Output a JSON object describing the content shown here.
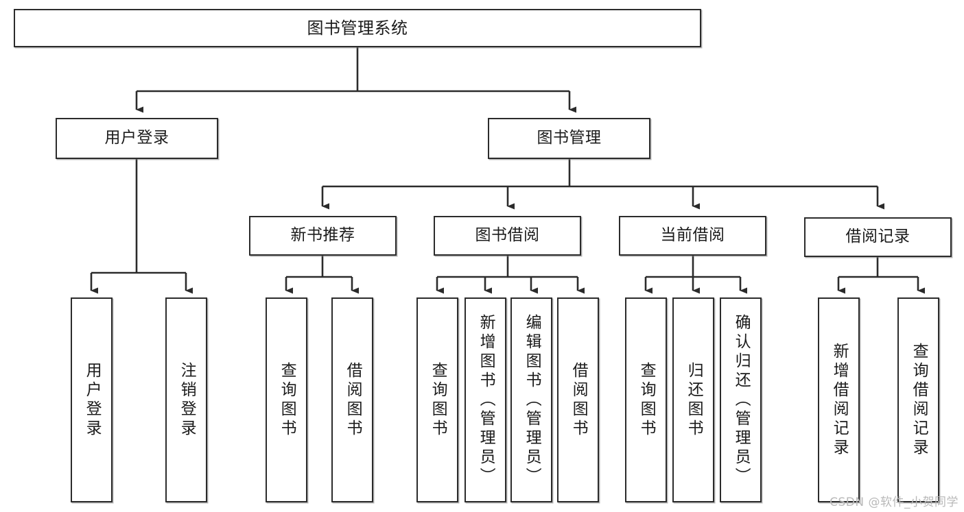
{
  "diagram": {
    "title": "图书管理系统",
    "type": "tree",
    "watermark": "CSDN @软件_小贺同学",
    "colors": {
      "node_border": "#2b2b2b",
      "node_fill": "#ffffff",
      "edge": "#2b2b2b",
      "watermark": "#b9b9b9",
      "background": "#ffffff"
    },
    "nodes": {
      "root": {
        "label": "图书管理系统",
        "orientation": "horizontal",
        "level": 1
      },
      "user_login": {
        "label": "用户登录",
        "orientation": "horizontal",
        "level": 2
      },
      "book_manage": {
        "label": "图书管理",
        "orientation": "horizontal",
        "level": 2
      },
      "new_book_rec": {
        "label": "新书推荐",
        "orientation": "horizontal",
        "level": 3
      },
      "book_borrow": {
        "label": "图书借阅",
        "orientation": "horizontal",
        "level": 3
      },
      "current_borrow": {
        "label": "当前借阅",
        "orientation": "horizontal",
        "level": 3
      },
      "borrow_record": {
        "label": "借阅记录",
        "orientation": "horizontal",
        "level": 3
      },
      "leaf_user_login": {
        "label": "用户登录",
        "orientation": "vertical",
        "level": 3
      },
      "leaf_logout": {
        "label": "注销登录",
        "orientation": "vertical",
        "level": 3
      },
      "leaf_query_book_1": {
        "label": "查询图书",
        "orientation": "vertical",
        "level": 4
      },
      "leaf_borrow_book_1": {
        "label": "借阅图书",
        "orientation": "vertical",
        "level": 4
      },
      "leaf_query_book_2": {
        "label": "查询图书",
        "orientation": "vertical",
        "level": 4
      },
      "leaf_add_book": {
        "label": "新增图书（管理员）",
        "orientation": "vertical",
        "level": 4
      },
      "leaf_edit_book": {
        "label": "编辑图书（管理员）",
        "orientation": "vertical",
        "level": 4
      },
      "leaf_borrow_book_2": {
        "label": "借阅图书",
        "orientation": "vertical",
        "level": 4
      },
      "leaf_query_book_3": {
        "label": "查询图书",
        "orientation": "vertical",
        "level": 4
      },
      "leaf_return_book": {
        "label": "归还图书",
        "orientation": "vertical",
        "level": 4
      },
      "leaf_confirm_return": {
        "label": "确认归还（管理员）",
        "orientation": "vertical",
        "level": 4
      },
      "leaf_add_record": {
        "label": "新增借阅记录",
        "orientation": "vertical",
        "level": 4
      },
      "leaf_query_record": {
        "label": "查询借阅记录",
        "orientation": "vertical",
        "level": 4
      }
    },
    "edges": [
      {
        "from": "root",
        "to": "user_login"
      },
      {
        "from": "root",
        "to": "book_manage"
      },
      {
        "from": "user_login",
        "to": "leaf_user_login"
      },
      {
        "from": "user_login",
        "to": "leaf_logout"
      },
      {
        "from": "book_manage",
        "to": "new_book_rec"
      },
      {
        "from": "book_manage",
        "to": "book_borrow"
      },
      {
        "from": "book_manage",
        "to": "current_borrow"
      },
      {
        "from": "book_manage",
        "to": "borrow_record"
      },
      {
        "from": "new_book_rec",
        "to": "leaf_query_book_1"
      },
      {
        "from": "new_book_rec",
        "to": "leaf_borrow_book_1"
      },
      {
        "from": "book_borrow",
        "to": "leaf_query_book_2"
      },
      {
        "from": "book_borrow",
        "to": "leaf_add_book"
      },
      {
        "from": "book_borrow",
        "to": "leaf_edit_book"
      },
      {
        "from": "book_borrow",
        "to": "leaf_borrow_book_2"
      },
      {
        "from": "current_borrow",
        "to": "leaf_query_book_3"
      },
      {
        "from": "current_borrow",
        "to": "leaf_return_book"
      },
      {
        "from": "current_borrow",
        "to": "leaf_confirm_return"
      },
      {
        "from": "borrow_record",
        "to": "leaf_add_record"
      },
      {
        "from": "borrow_record",
        "to": "leaf_query_record"
      }
    ]
  }
}
